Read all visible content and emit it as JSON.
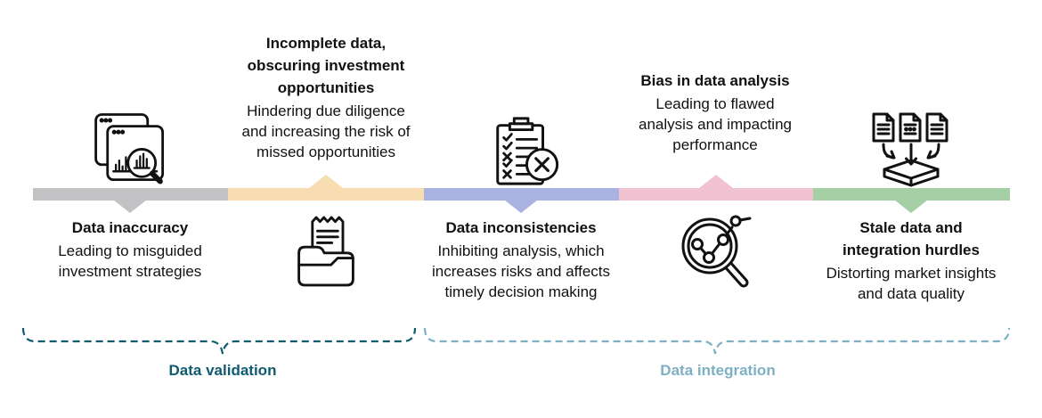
{
  "diagram_title": "",
  "palette": {
    "segment_gray": "#c2c1c3",
    "segment_orange": "#f8dcb2",
    "segment_blue": "#a9b2e1",
    "segment_pink": "#f1c2d2",
    "segment_green": "#a5cfa4",
    "validation_teal": "#0e5b70",
    "integration_blue": "#7eb0c4",
    "icon_stroke": "#111111"
  },
  "timeline": {
    "items": [
      {
        "id": "data-inaccuracy",
        "title": "Data inaccuracy",
        "description": "Leading to misguided\ninvestment strategies",
        "color": "#c2c1c3",
        "icon": "windows-chart-magnifier-icon",
        "text_position": "below"
      },
      {
        "id": "incomplete-data",
        "title": "Incomplete data,\nobscuring investment\nopportunities",
        "description": "Hindering due diligence\nand increasing the risk of\nmissed opportunities",
        "color": "#f8dcb2",
        "icon": "folder-receipt-icon",
        "text_position": "above"
      },
      {
        "id": "data-inconsistencies",
        "title": "Data inconsistencies",
        "description": "Inhibiting analysis, which\nincreases risks and affects\ntimely decision making",
        "color": "#a9b2e1",
        "icon": "checklist-error-icon",
        "text_position": "below"
      },
      {
        "id": "bias-in-data-analysis",
        "title": "Bias in data analysis",
        "description": "Leading to flawed\nanalysis and impacting\nperformance",
        "color": "#f1c2d2",
        "icon": "magnifier-trend-icon",
        "text_position": "above"
      },
      {
        "id": "stale-data",
        "title": "Stale data and\nintegration hurdles",
        "description": "Distorting market insights\nand data quality",
        "color": "#a5cfa4",
        "icon": "documents-merge-icon",
        "text_position": "below"
      }
    ]
  },
  "groups": [
    {
      "id": "data-validation",
      "label": "Data validation",
      "color": "#0e5b70"
    },
    {
      "id": "data-integration",
      "label": "Data integration",
      "color": "#7eb0c4"
    }
  ]
}
